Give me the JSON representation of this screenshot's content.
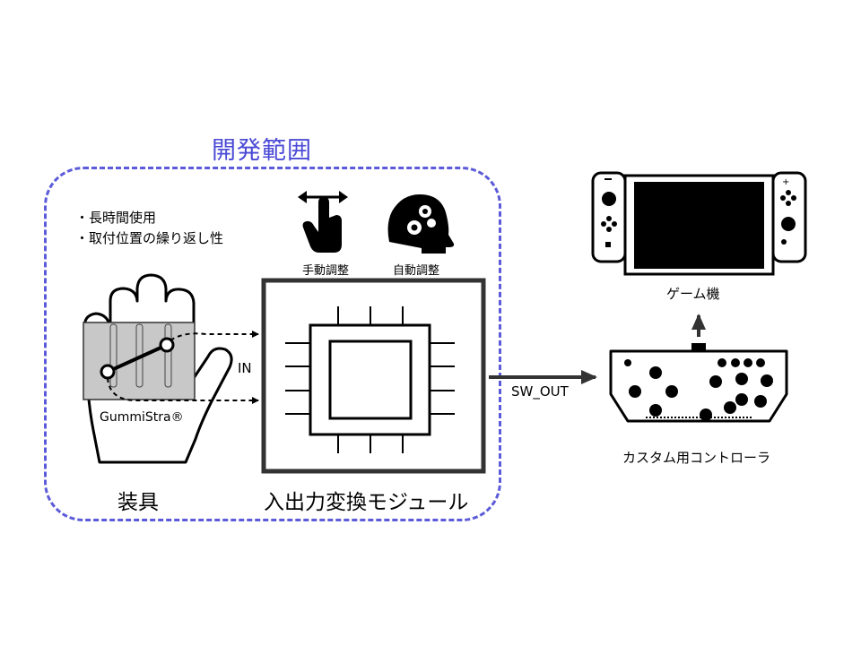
{
  "scope": {
    "title": "開発範囲"
  },
  "notes": [
    "・長時間使用",
    "・取付位置の繰り返し性"
  ],
  "icons": {
    "manual_label": "手動調整",
    "auto_label": "自動調整"
  },
  "glove": {
    "brand": "GummiStra®",
    "label": "装具"
  },
  "signals": {
    "in_label": "IN",
    "out_label": "SW_OUT"
  },
  "module": {
    "label": "入出力変換モジュール"
  },
  "controller": {
    "label": "カスタム用コントローラ"
  },
  "console": {
    "label": "ゲーム機"
  }
}
